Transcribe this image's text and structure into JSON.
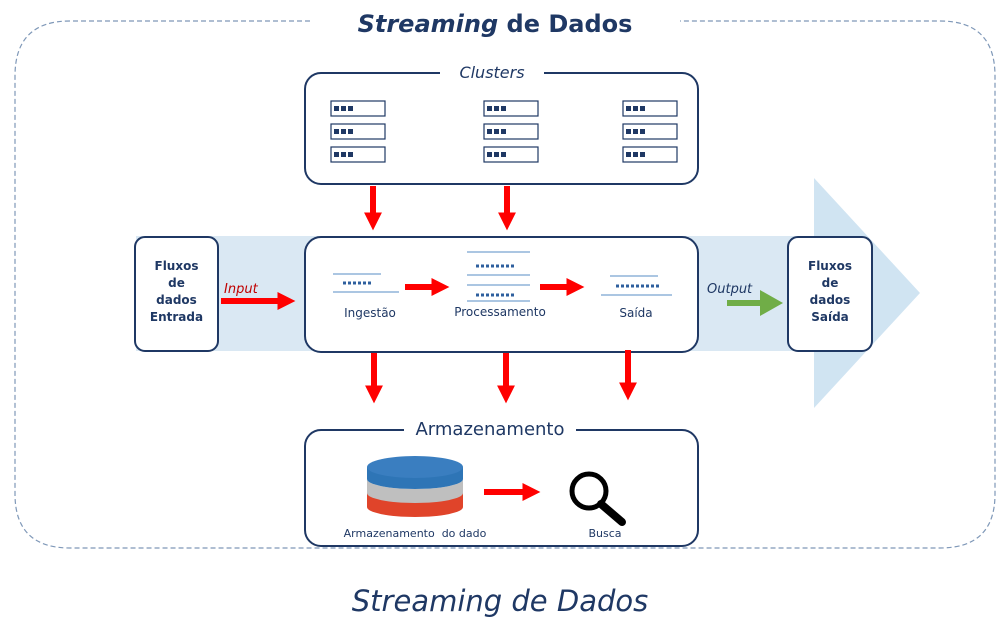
{
  "title_main": {
    "italic": "Streaming",
    "rest": " de Dados"
  },
  "caption": "Streaming de Dados",
  "clusters": {
    "label": "Clusters"
  },
  "processing": {
    "stages": [
      "Ingestão",
      "Processamento",
      "Saída"
    ]
  },
  "input": {
    "label": "Input",
    "box_lines": [
      "Fluxos",
      "de",
      "dados",
      "Entrada"
    ]
  },
  "output": {
    "label": "Output",
    "box_lines": [
      "Fluxos",
      "de",
      "dados",
      "Saída"
    ]
  },
  "storage": {
    "label": "Armazenamento",
    "db_label": "Armazenamento  do dado",
    "search_label": "Busca",
    "db_icon": "database-icon",
    "search_icon": "magnifier-icon"
  },
  "colors": {
    "navy": "#1f3864",
    "arrow_red": "#ff0000",
    "arrow_green": "#70ad47",
    "band": "#dae8f3",
    "band_arrow": "#d0e4f2",
    "disk_blue": "#2e75b6",
    "disk_gray": "#bfbfbf",
    "disk_red": "#e0442a"
  }
}
